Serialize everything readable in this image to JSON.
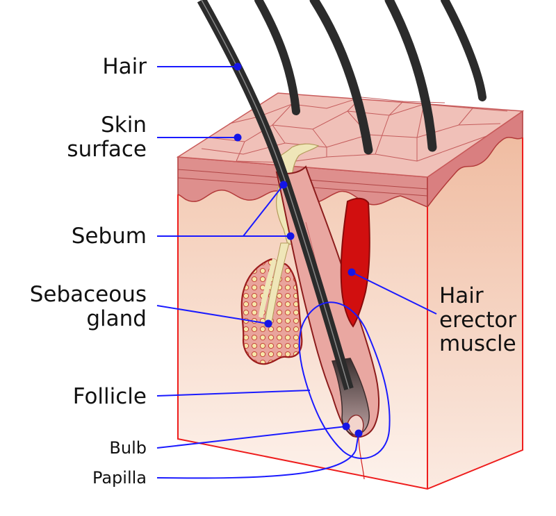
{
  "labels": {
    "hair": "Hair",
    "skin_surface_line1": "Skin",
    "skin_surface_line2": "surface",
    "sebum": "Sebum",
    "sebaceous_line1": "Sebaceous",
    "sebaceous_line2": "gland",
    "follicle": "Follicle",
    "bulb": "Bulb",
    "papilla": "Papilla",
    "erector_line1": "Hair",
    "erector_line2": "erector",
    "erector_line3": "muscle"
  },
  "colors": {
    "leader": "#1a1aff",
    "hair": "#2b2b2b",
    "skin_top": "#e9b0a6",
    "epidermis": "#d98a88",
    "dermis": "#f7d9c8",
    "outline": "#e81818",
    "muscle": "#d10f0f",
    "sebum": "#efe6b8",
    "gland": "#e7a39c"
  }
}
